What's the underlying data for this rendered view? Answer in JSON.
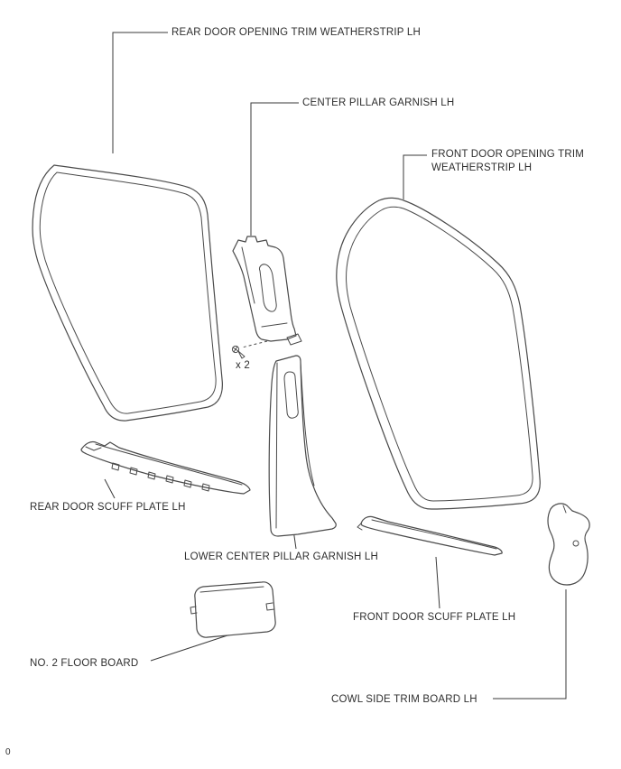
{
  "diagram": {
    "title_context": "door opening trim and interior trim parts",
    "labels": {
      "rear_door_weatherstrip": "REAR DOOR OPENING TRIM WEATHERSTRIP LH",
      "center_pillar_garnish": "CENTER PILLAR GARNISH LH",
      "front_door_weatherstrip_line1": "FRONT DOOR OPENING TRIM",
      "front_door_weatherstrip_line2": "WEATHERSTRIP LH",
      "screw_count": "x 2",
      "rear_door_scuff_plate": "REAR DOOR SCUFF PLATE LH",
      "lower_center_pillar_garnish": "LOWER CENTER PILLAR GARNISH LH",
      "front_door_scuff_plate": "FRONT DOOR SCUFF PLATE LH",
      "no2_floor_board": "NO. 2 FLOOR BOARD",
      "cowl_side_trim_board": "COWL SIDE TRIM BOARD LH"
    },
    "page_marker": "0",
    "colors": {
      "background": "#ffffff",
      "line": "#3a3a3a",
      "part_stroke": "#4a4a4a",
      "text": "#2e2e2e"
    }
  }
}
